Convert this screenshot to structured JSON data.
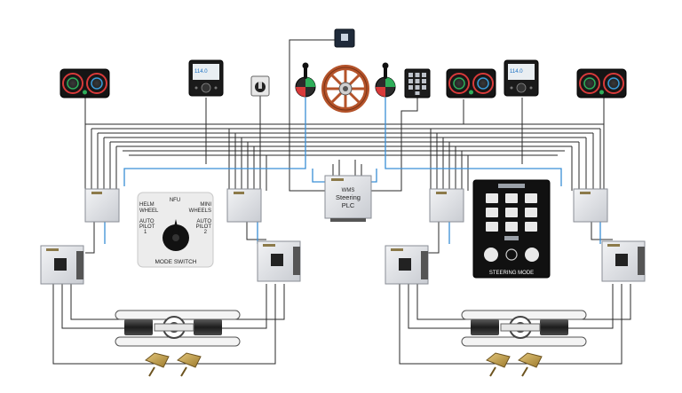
{
  "plc": {
    "line1": "WMS",
    "line2": "Steering",
    "line3": "PLC"
  },
  "mode_switch": {
    "positions": {
      "helm_wheel_1": "HELM",
      "helm_wheel_2": "WHEEL",
      "nfu": "NFU",
      "mini_wheels_1": "MINI",
      "mini_wheels_2": "WHEELS",
      "auto_pilot_1_a": "AUTO",
      "auto_pilot_1_b": "PILOT",
      "auto_pilot_1_c": "1",
      "auto_pilot_2_a": "AUTO",
      "auto_pilot_2_b": "PILOT",
      "auto_pilot_2_c": "2"
    },
    "title": "MODE SWITCH"
  },
  "steering_mode_panel": {
    "title": "STEERING MODE"
  },
  "autopilot_displays": {
    "left_value": "114.0",
    "right_value": "114.0"
  },
  "colors": {
    "wire_dark": "#2a2a2a",
    "wire_blue": "#3a8fd6",
    "box_fill": "#e4e6ea",
    "helm_wood": "#b4532a",
    "panel_black": "#111111",
    "gauge_red": "#d83a3a",
    "gauge_green": "#2fae5a",
    "gauge_blue": "#3a9bd8"
  }
}
